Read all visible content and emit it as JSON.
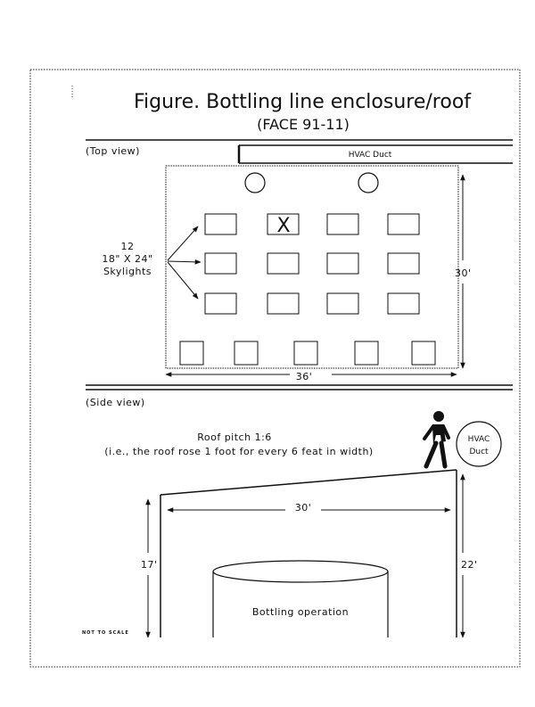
{
  "figure": {
    "title": "Figure.  Bottling line enclosure/roof",
    "subtitle": "(FACE 91-11)"
  },
  "top_view": {
    "heading": "(Top view)",
    "duct_label": "HVAC Duct",
    "skylight_count": "12",
    "skylight_size": "18\" X 24\"",
    "skylight_label": "Skylights",
    "marked_skylight_symbol": "X",
    "width_dim": "36'",
    "depth_dim": "30'"
  },
  "side_view": {
    "heading": "(Side view)",
    "pitch_line1": "Roof pitch  1:6",
    "pitch_line2": "(i.e., the roof rose 1 foot for every 6 feat in width)",
    "duct_label_line1": "HVAC",
    "duct_label_line2": "Duct",
    "width_dim": "30'",
    "left_height": "17'",
    "right_height": "22'",
    "tank_label": "Bottling operation",
    "scale_note": "NOT TO SCALE"
  }
}
